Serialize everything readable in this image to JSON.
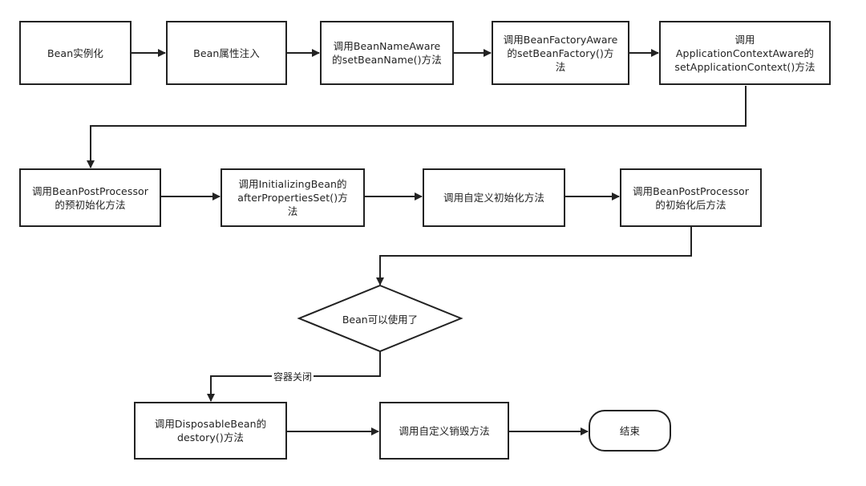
{
  "nodes": {
    "bean_instantiate": "Bean实例化",
    "bean_property_inject": "Bean属性注入",
    "set_bean_name": "调用BeanNameAware\n的setBeanName()方法",
    "set_bean_factory": "调用BeanFactoryAware\n的setBeanFactory()方\n法",
    "set_application_context": "调用\nApplicationContextAware的\nsetApplicationContext()方法",
    "post_processor_before": "调用BeanPostProcessor\n的预初始化方法",
    "after_properties_set": "调用InitializingBean的\nafterPropertiesSet()方\n法",
    "custom_init": "调用自定义初始化方法",
    "post_processor_after": "调用BeanPostProcessor\n的初始化后方法",
    "bean_ready": "Bean可以使用了",
    "disposable_destroy": "调用DisposableBean的\ndestory()方法",
    "custom_destroy": "调用自定义销毁方法",
    "end": "结束"
  },
  "edge_labels": {
    "container_close": "容器关闭"
  },
  "colors": {
    "stroke": "#222222",
    "background": "#ffffff"
  }
}
